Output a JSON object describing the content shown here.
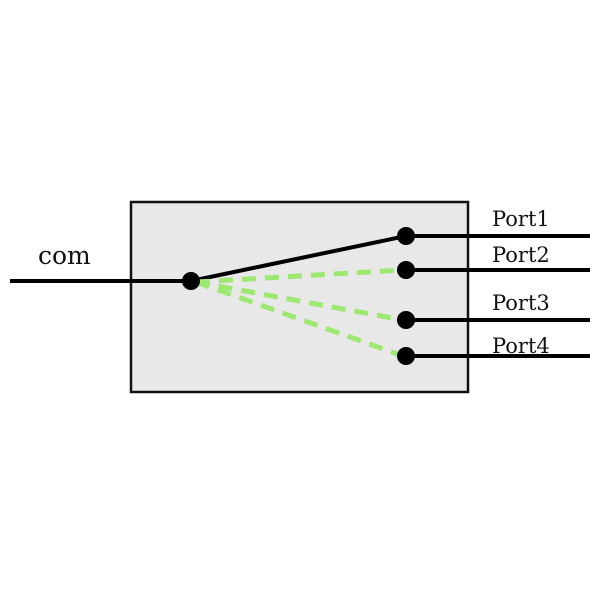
{
  "diagram": {
    "common_label": "com",
    "ports": [
      {
        "label": "Port1",
        "connected": true
      },
      {
        "label": "Port2",
        "connected": false
      },
      {
        "label": "Port3",
        "connected": false
      },
      {
        "label": "Port4",
        "connected": false
      }
    ],
    "colors": {
      "box_fill": "#e8e8e8",
      "line": "#000000",
      "inactive_path": "#9de870"
    }
  }
}
